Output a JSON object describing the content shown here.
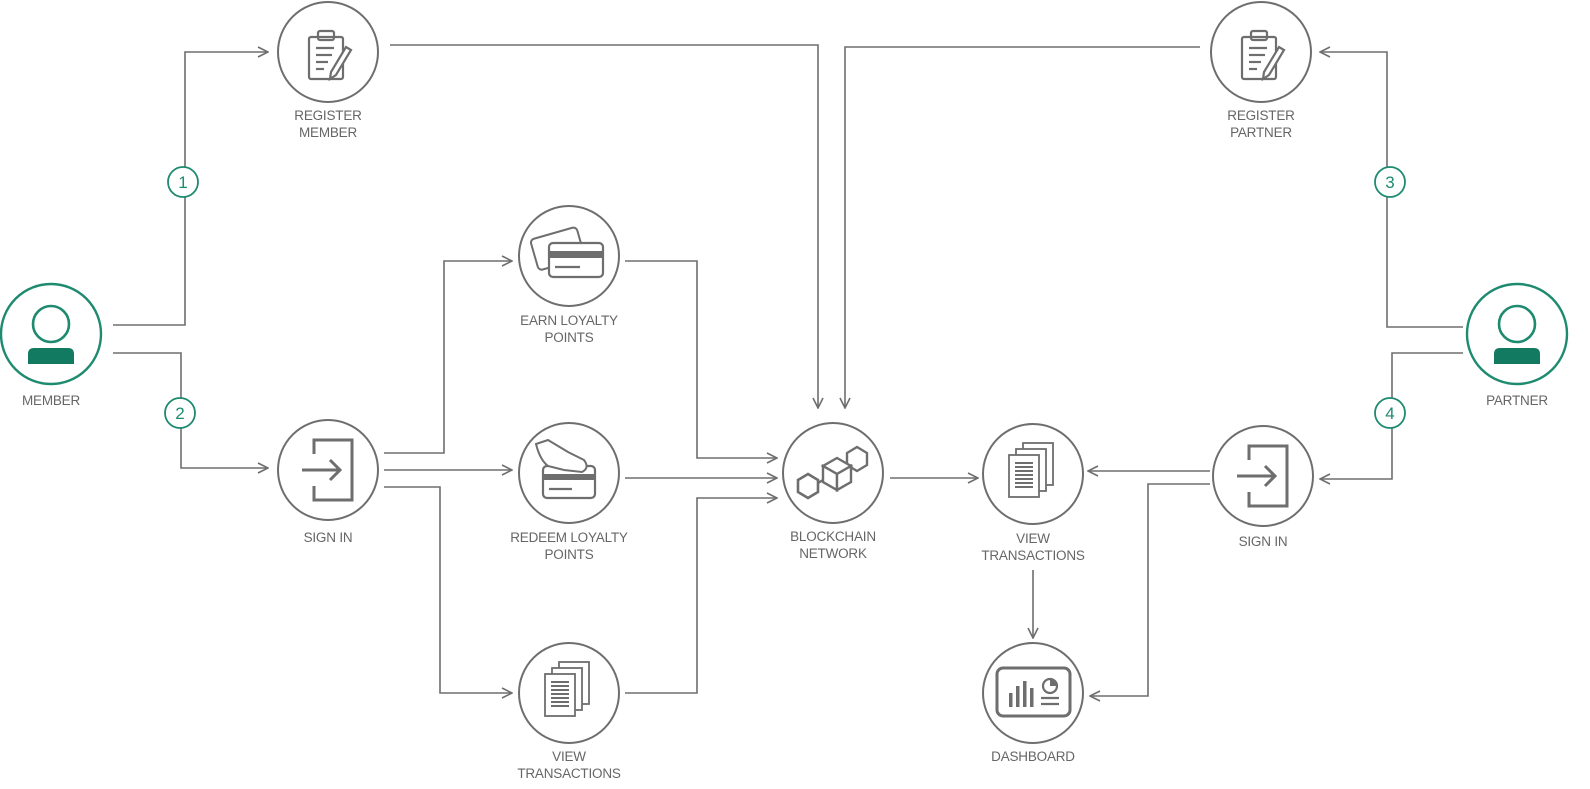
{
  "colors": {
    "line": "#6e6e6e",
    "accent": "#1e8a70",
    "accent_dark": "#137a62",
    "text": "#666666"
  },
  "actors": {
    "member": {
      "label": "MEMBER",
      "icon": "person-icon"
    },
    "partner": {
      "label": "PARTNER",
      "icon": "person-icon"
    }
  },
  "steps": [
    "1",
    "2",
    "3",
    "4"
  ],
  "nodes": {
    "register_member": {
      "line1": "REGISTER",
      "line2": "MEMBER",
      "icon": "clipboard-pen-icon"
    },
    "register_partner": {
      "line1": "REGISTER",
      "line2": "PARTNER",
      "icon": "clipboard-pen-icon"
    },
    "member_sign_in": {
      "line1": "SIGN IN",
      "line2": "",
      "icon": "sign-in-icon"
    },
    "partner_sign_in": {
      "line1": "SIGN IN",
      "line2": "",
      "icon": "sign-in-icon"
    },
    "earn_points": {
      "line1": "EARN LOYALTY",
      "line2": "POINTS",
      "icon": "credit-cards-icon"
    },
    "redeem_points": {
      "line1": "REDEEM LOYALTY",
      "line2": "POINTS",
      "icon": "card-in-hand-icon"
    },
    "member_view_tx": {
      "line1": "VIEW",
      "line2": "TRANSACTIONS",
      "icon": "documents-icon"
    },
    "blockchain": {
      "line1": "BLOCKCHAIN",
      "line2": "NETWORK",
      "icon": "blockchain-cubes-icon"
    },
    "partner_view_tx": {
      "line1": "VIEW",
      "line2": "TRANSACTIONS",
      "icon": "documents-icon"
    },
    "dashboard": {
      "line1": "DASHBOARD",
      "line2": "",
      "icon": "dashboard-chart-icon"
    }
  }
}
